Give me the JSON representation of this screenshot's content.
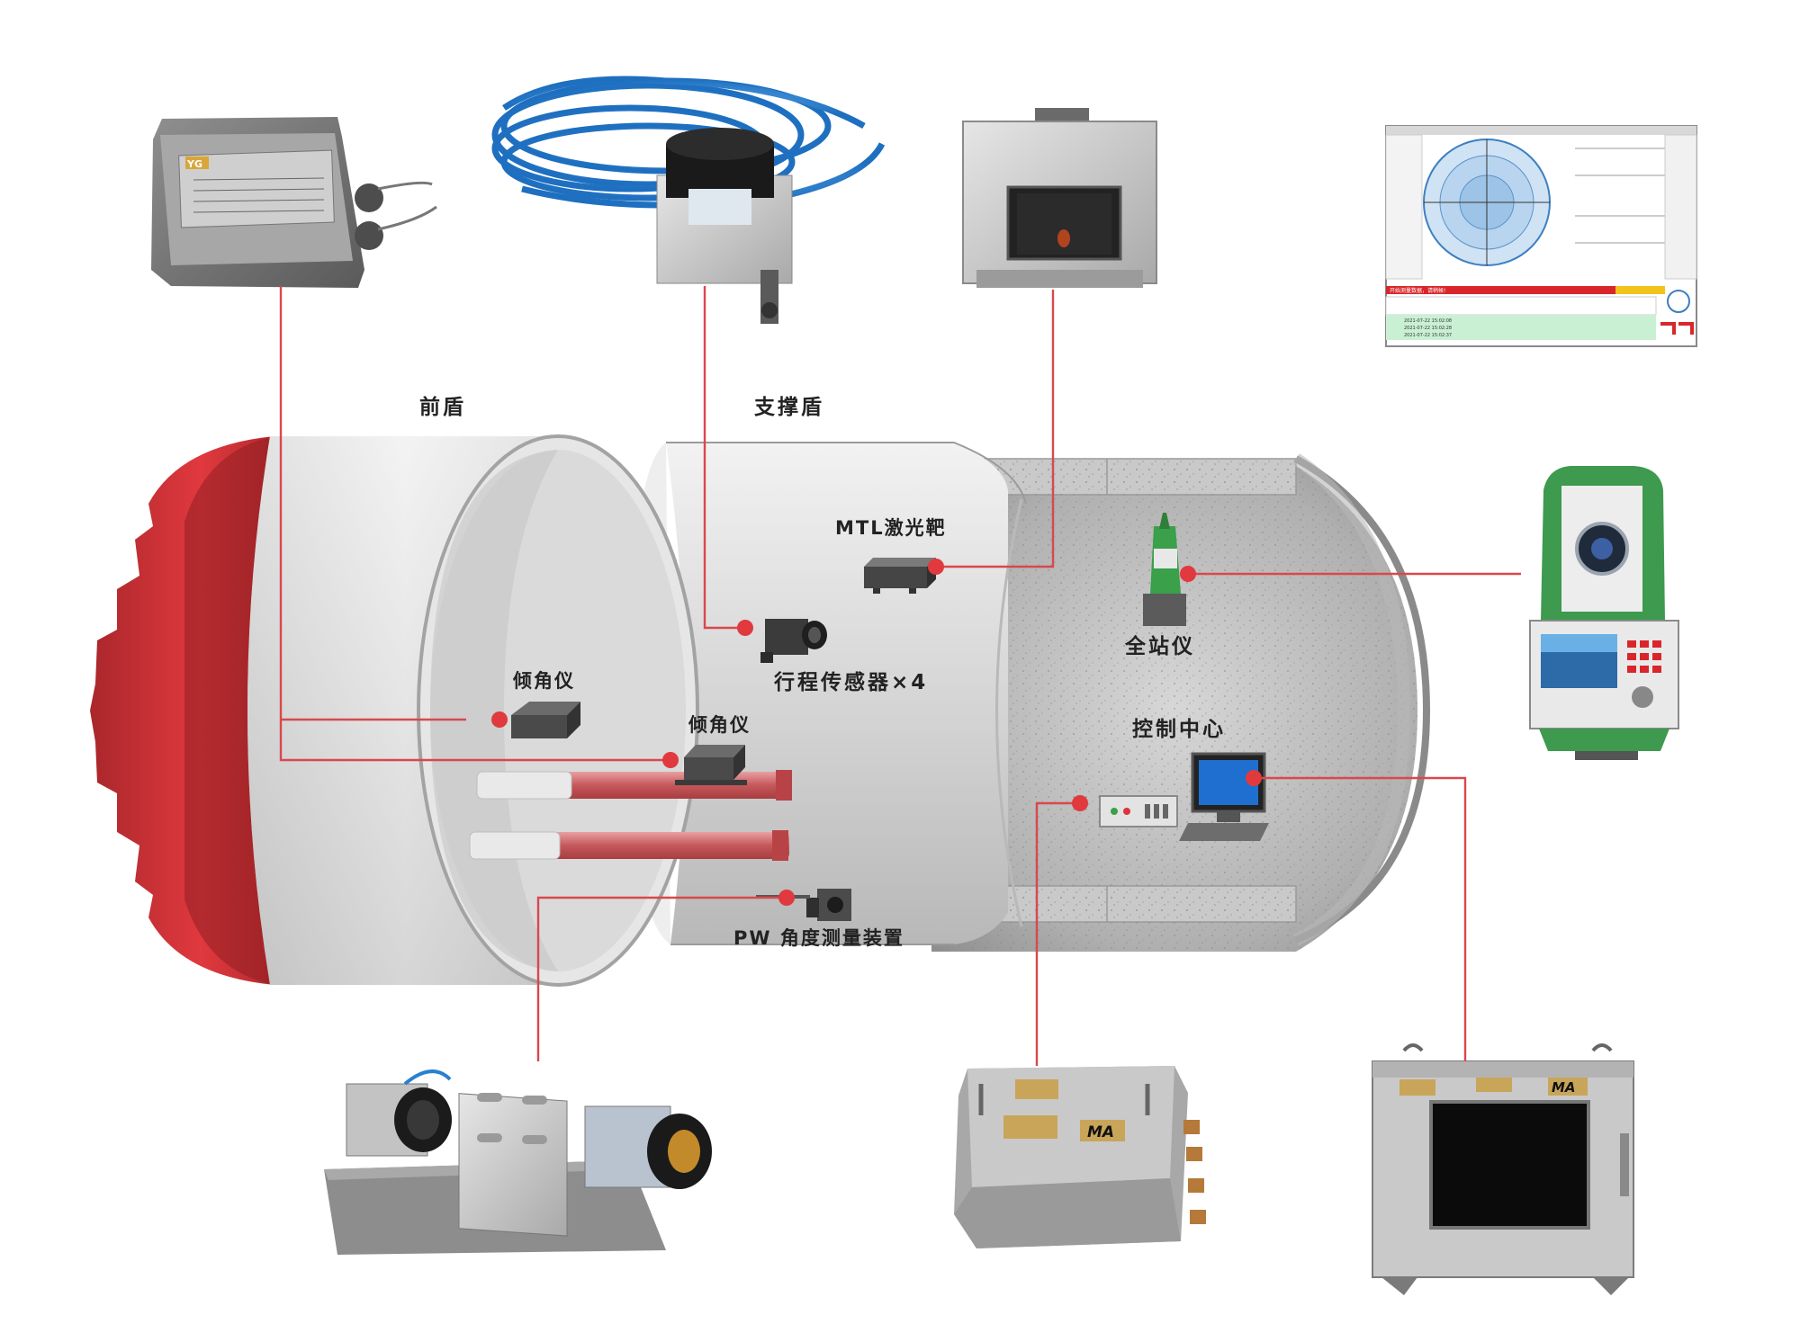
{
  "labels": {
    "front_shield": "前盾",
    "support_shield": "支撑盾",
    "mtl_target": "MTL激光靶",
    "total_station": "全站仪",
    "stroke_sensor": "行程传感器×4",
    "inclinometer_1": "倾角仪",
    "inclinometer_2": "倾角仪",
    "control_center": "控制中心",
    "pw_device": "PW 角度测量装置"
  },
  "device_text": {
    "inclinometer_plate_brand": "YG",
    "enclosure_plate_brand": "MA",
    "screenshot_red_bar": "开始测量数据，请稍候!",
    "screenshot_log_1": "2021-07-22 15:02:08",
    "screenshot_log_2": "2021-07-22 15:02:28",
    "screenshot_log_3": "2021-07-22 15:02:37"
  },
  "colors": {
    "accent_red": "#e03a3e",
    "shield_red": "#d9353a",
    "leader_line": "#d9484c",
    "concrete": "#bcbcbc",
    "steel": "#d9d9d9"
  }
}
